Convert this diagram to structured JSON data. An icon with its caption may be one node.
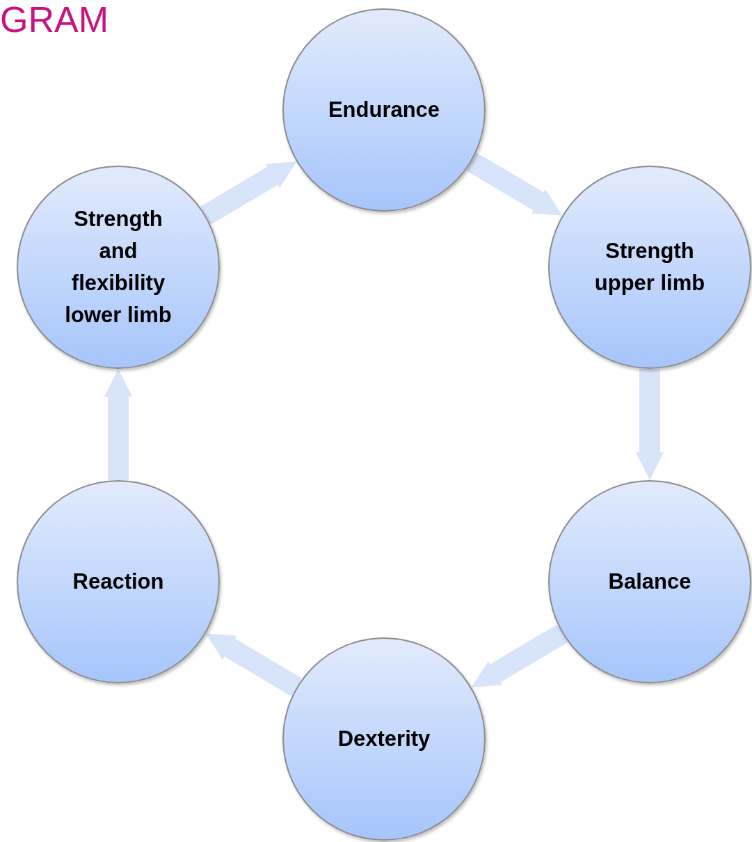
{
  "diagram": {
    "title": "GRAM",
    "nodes": [
      {
        "text": [
          "Endurance"
        ]
      },
      {
        "text": [
          "Strength upper limb"
        ]
      },
      {
        "text": [
          "Balance"
        ]
      },
      {
        "text": [
          "Dexterity"
        ]
      },
      {
        "text": [
          "Reaction"
        ]
      },
      {
        "text": [
          "Strength and flexibility lower limb"
        ]
      }
    ],
    "edges": [
      {
        "from": 0,
        "to": 1,
        "arrow": "to"
      },
      {
        "from": 1,
        "to": 2,
        "arrow": "to"
      },
      {
        "from": 2,
        "to": 3,
        "arrow": "to"
      },
      {
        "from": 3,
        "to": 4,
        "arrow": "to"
      },
      {
        "from": 4,
        "to": 5,
        "arrow": "to"
      },
      {
        "from": 5,
        "to": 0,
        "arrow": "to"
      }
    ]
  }
}
